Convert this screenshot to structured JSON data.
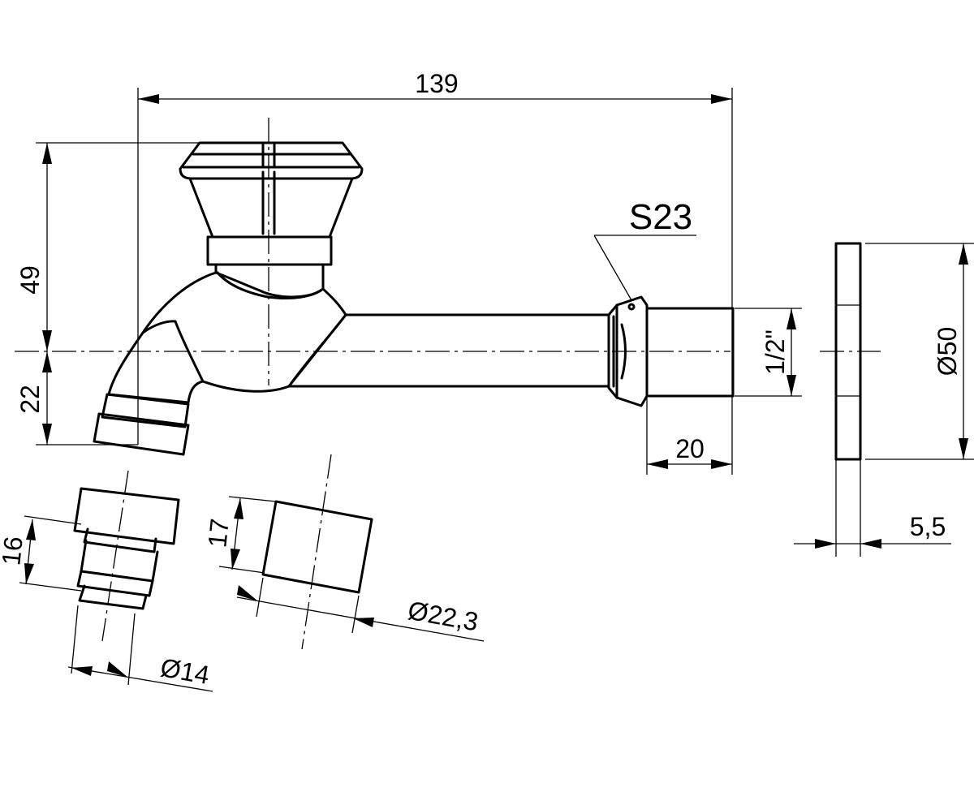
{
  "dimensions": {
    "overall_length": "139",
    "height_above_axis": "49",
    "height_below_axis": "22",
    "wrench_size": "S23",
    "thread_size": "1/2\"",
    "thread_length": "20",
    "rosette_diameter": "Ø50",
    "rosette_thickness": "5,5",
    "adapter_height": "16",
    "adapter_diameter": "Ø14",
    "sleeve_height": "17",
    "sleeve_diameter": "Ø22,3"
  }
}
